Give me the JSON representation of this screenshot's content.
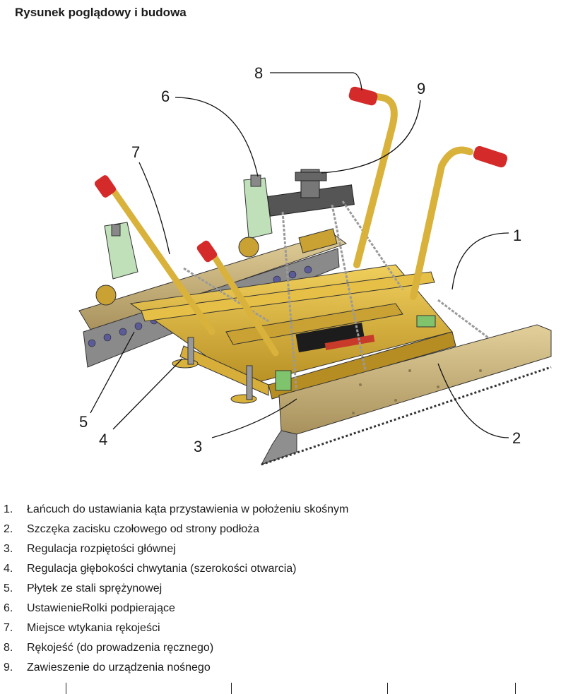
{
  "page": {
    "title": "Rysunek poglądowy i budowa"
  },
  "callouts": [
    "1",
    "2",
    "3",
    "4",
    "5",
    "6",
    "7",
    "8",
    "9"
  ],
  "legend": [
    {
      "num": "1.",
      "text": "Łańcuch do ustawiania kąta przystawienia w położeniu skośnym"
    },
    {
      "num": "2.",
      "text": "Szczęka zacisku czołowego od strony podłoża"
    },
    {
      "num": "3.",
      "text": "Regulacja rozpiętości głównej"
    },
    {
      "num": "4.",
      "text": "Regulacja głębokości chwytania (szerokości otwarcia)"
    },
    {
      "num": "5.",
      "text": "Płytek ze stali sprężynowej"
    },
    {
      "num": "6.",
      "text": "UstawienieRolki podpierające"
    },
    {
      "num": "7.",
      "text": "Miejsce wtykania rękojeści"
    },
    {
      "num": "8.",
      "text": "Rękojeść (do prowadzenia ręcznego)"
    },
    {
      "num": "9.",
      "text": "Zawieszenie do urządzenia nośnego"
    }
  ],
  "colors": {
    "frame": "#d9b23c",
    "frame_dark": "#8a6d1c",
    "plate": "#c9b27a",
    "grip": "#d42a2a",
    "bracket": "#bfe0b8",
    "steel": "#6e6e6e",
    "chain": "#9a9a9a"
  }
}
